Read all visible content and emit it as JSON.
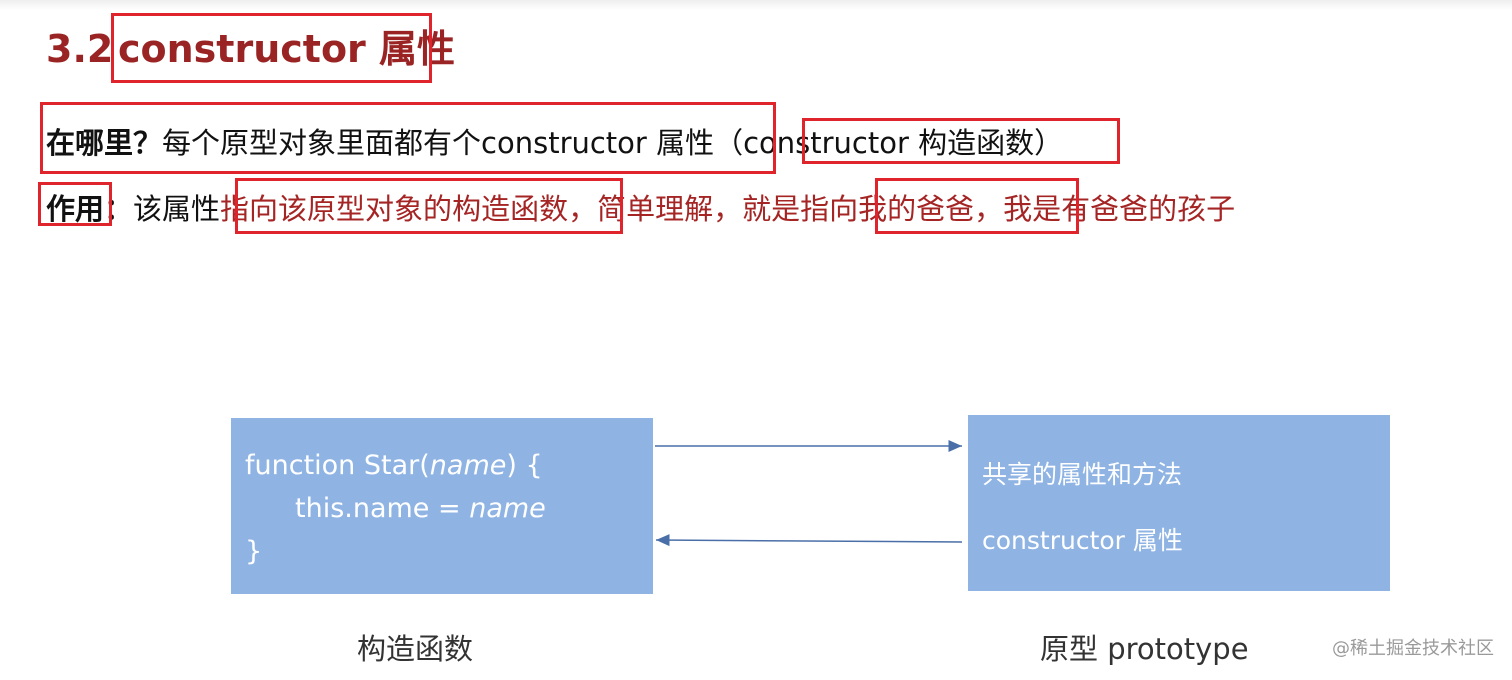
{
  "title": {
    "number": "3.2",
    "text": "constructor 属性"
  },
  "line1": {
    "label": "在哪里？",
    "text": "每个原型对象里面都有个constructor 属性（",
    "highlight": "constructor 构造函数",
    "close": "）"
  },
  "line2": {
    "label": "作用",
    "colon": "：",
    "intro": "该属性",
    "part1": "指向该原型对象的",
    "part2": "构造函数",
    "comma1": "，",
    "part3": "简单理解，就是",
    "part4": "指向我的爸爸",
    "comma2": "，",
    "part5": "我是有爸爸的孩子"
  },
  "diagram": {
    "constructor_box": {
      "line1_prefix": "function Star(",
      "line1_param": "name",
      "line1_suffix": ") {",
      "line2_prefix": "this.name = ",
      "line2_value": "name",
      "line3": "}"
    },
    "prototype_box": {
      "line1": "共享的属性和方法",
      "line2": "constructor 属性"
    },
    "constructor_caption": "构造函数",
    "prototype_caption": "原型 prototype"
  },
  "watermark": "@稀土掘金技术社区",
  "colors": {
    "title": "#9a2424",
    "highlight_border": "#e0242b",
    "emphasis_text": "#a52525",
    "box_fill": "#8fb4e3",
    "arrow": "#4a6fa8"
  }
}
